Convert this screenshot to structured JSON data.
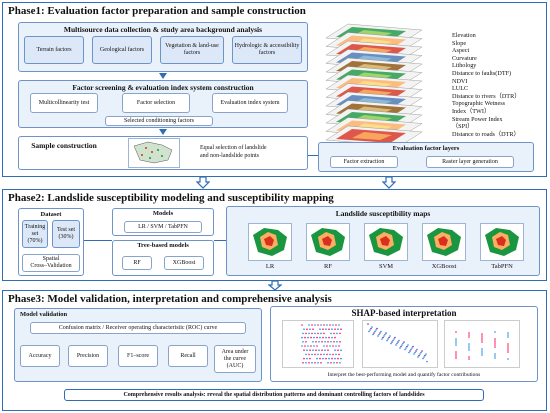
{
  "phase1": {
    "title": "Phase1:  Evaluation factor preparation and sample construction",
    "multisource": {
      "title": "Multisource data collection & study area background analysis",
      "items": [
        "Terrain factors",
        "Geological factors",
        "Vegetation & land-use factors",
        "Hydrologic & accessibility factors"
      ]
    },
    "screening": {
      "title": "Factor screening & evaluation index system construction",
      "items": [
        "Multicollinearity test",
        "Factor selection",
        "Evaluation index system"
      ],
      "selected": "Selected conditioning factors"
    },
    "sample": {
      "title": "Sample construction",
      "desc_line1": "Equal selection of landslide",
      "desc_line2": "and non-landslide points"
    },
    "factors": [
      "Elevation",
      "Slope",
      "Aspect",
      "Curvature",
      "Lithology",
      "Distance to faults(DTF)",
      "NDVI",
      "LULC",
      "Distance to rivers（DTR）",
      "Topographic Wetness",
      "Index（TWI）",
      "Stream Power Index",
      "（SPI）",
      "Distance to roads（DTR）"
    ],
    "layers": {
      "title": "Evaluation factor layers",
      "items": [
        "Factor extraction",
        "Raster layer generation"
      ]
    }
  },
  "phase2": {
    "title": "Phase2:  Landslide susceptibility modeling and susceptibility mapping",
    "dataset": {
      "title": "Dataset",
      "training": [
        "Training",
        "set",
        "(70%)"
      ],
      "test": [
        "Test set",
        "(30%)"
      ],
      "cv": [
        "Spatial",
        "Cross–Validation"
      ]
    },
    "models": {
      "title": "Models",
      "items": "LR / SVM / TabPFN"
    },
    "tree_models": {
      "title": "Tree-based models",
      "items": [
        "RF",
        "XGBoost"
      ]
    },
    "maps": {
      "title": "Landslide susceptibility maps",
      "labels": [
        "LR",
        "RF",
        "SVM",
        "XGBoost",
        "TabPFN"
      ]
    }
  },
  "phase3": {
    "title": "Phase3:  Model validation, interpretation and comprehensive analysis",
    "validation": {
      "title": "Model validation",
      "matrix": "Confusion matrix / Receiver operating characteristic (ROC) curve",
      "metrics": [
        "Accuracy",
        "Precision",
        "F1–score",
        "Recall"
      ],
      "auc": [
        "Area under",
        "the curve",
        "(AUC)"
      ]
    },
    "shap": {
      "title": "SHAP-based interpretation",
      "caption": "Interpret the best-performing model and quantify factor contributions"
    },
    "summary": "Comprehensive results analysis: reveal the spatial distribution patterns and dominant controlling factors of landslides"
  },
  "colors": {
    "border": "#2f6db5",
    "panel": "#e9f1fb",
    "map_high": "#d7301f",
    "map_mid": "#fdae61",
    "map_low": "#1a9641"
  }
}
